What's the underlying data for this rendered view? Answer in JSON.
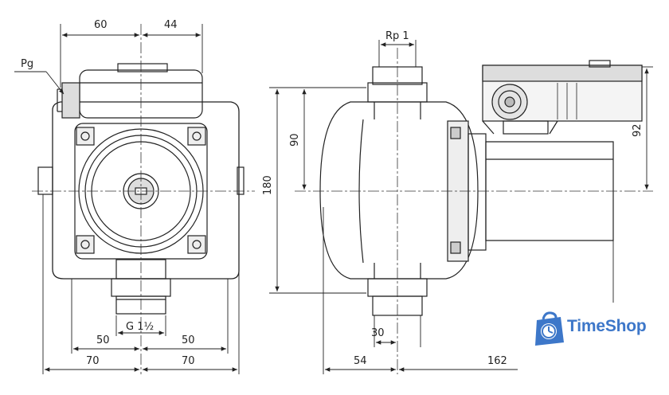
{
  "dimensions": {
    "top_left": "60",
    "top_right": "44",
    "pg_label": "Pg",
    "thread_left": "G 1½",
    "bottom_left_half": "50",
    "bottom_right_half": "50",
    "outer_left": "70",
    "outer_right": "70",
    "rp_label": "Rp 1",
    "height_total": "180",
    "height_half": "90",
    "motor_height": "92",
    "width_30": "30",
    "width_54": "54",
    "width_162": "162"
  },
  "brand": {
    "name": "TimeShop",
    "color": "#3d77c9"
  }
}
